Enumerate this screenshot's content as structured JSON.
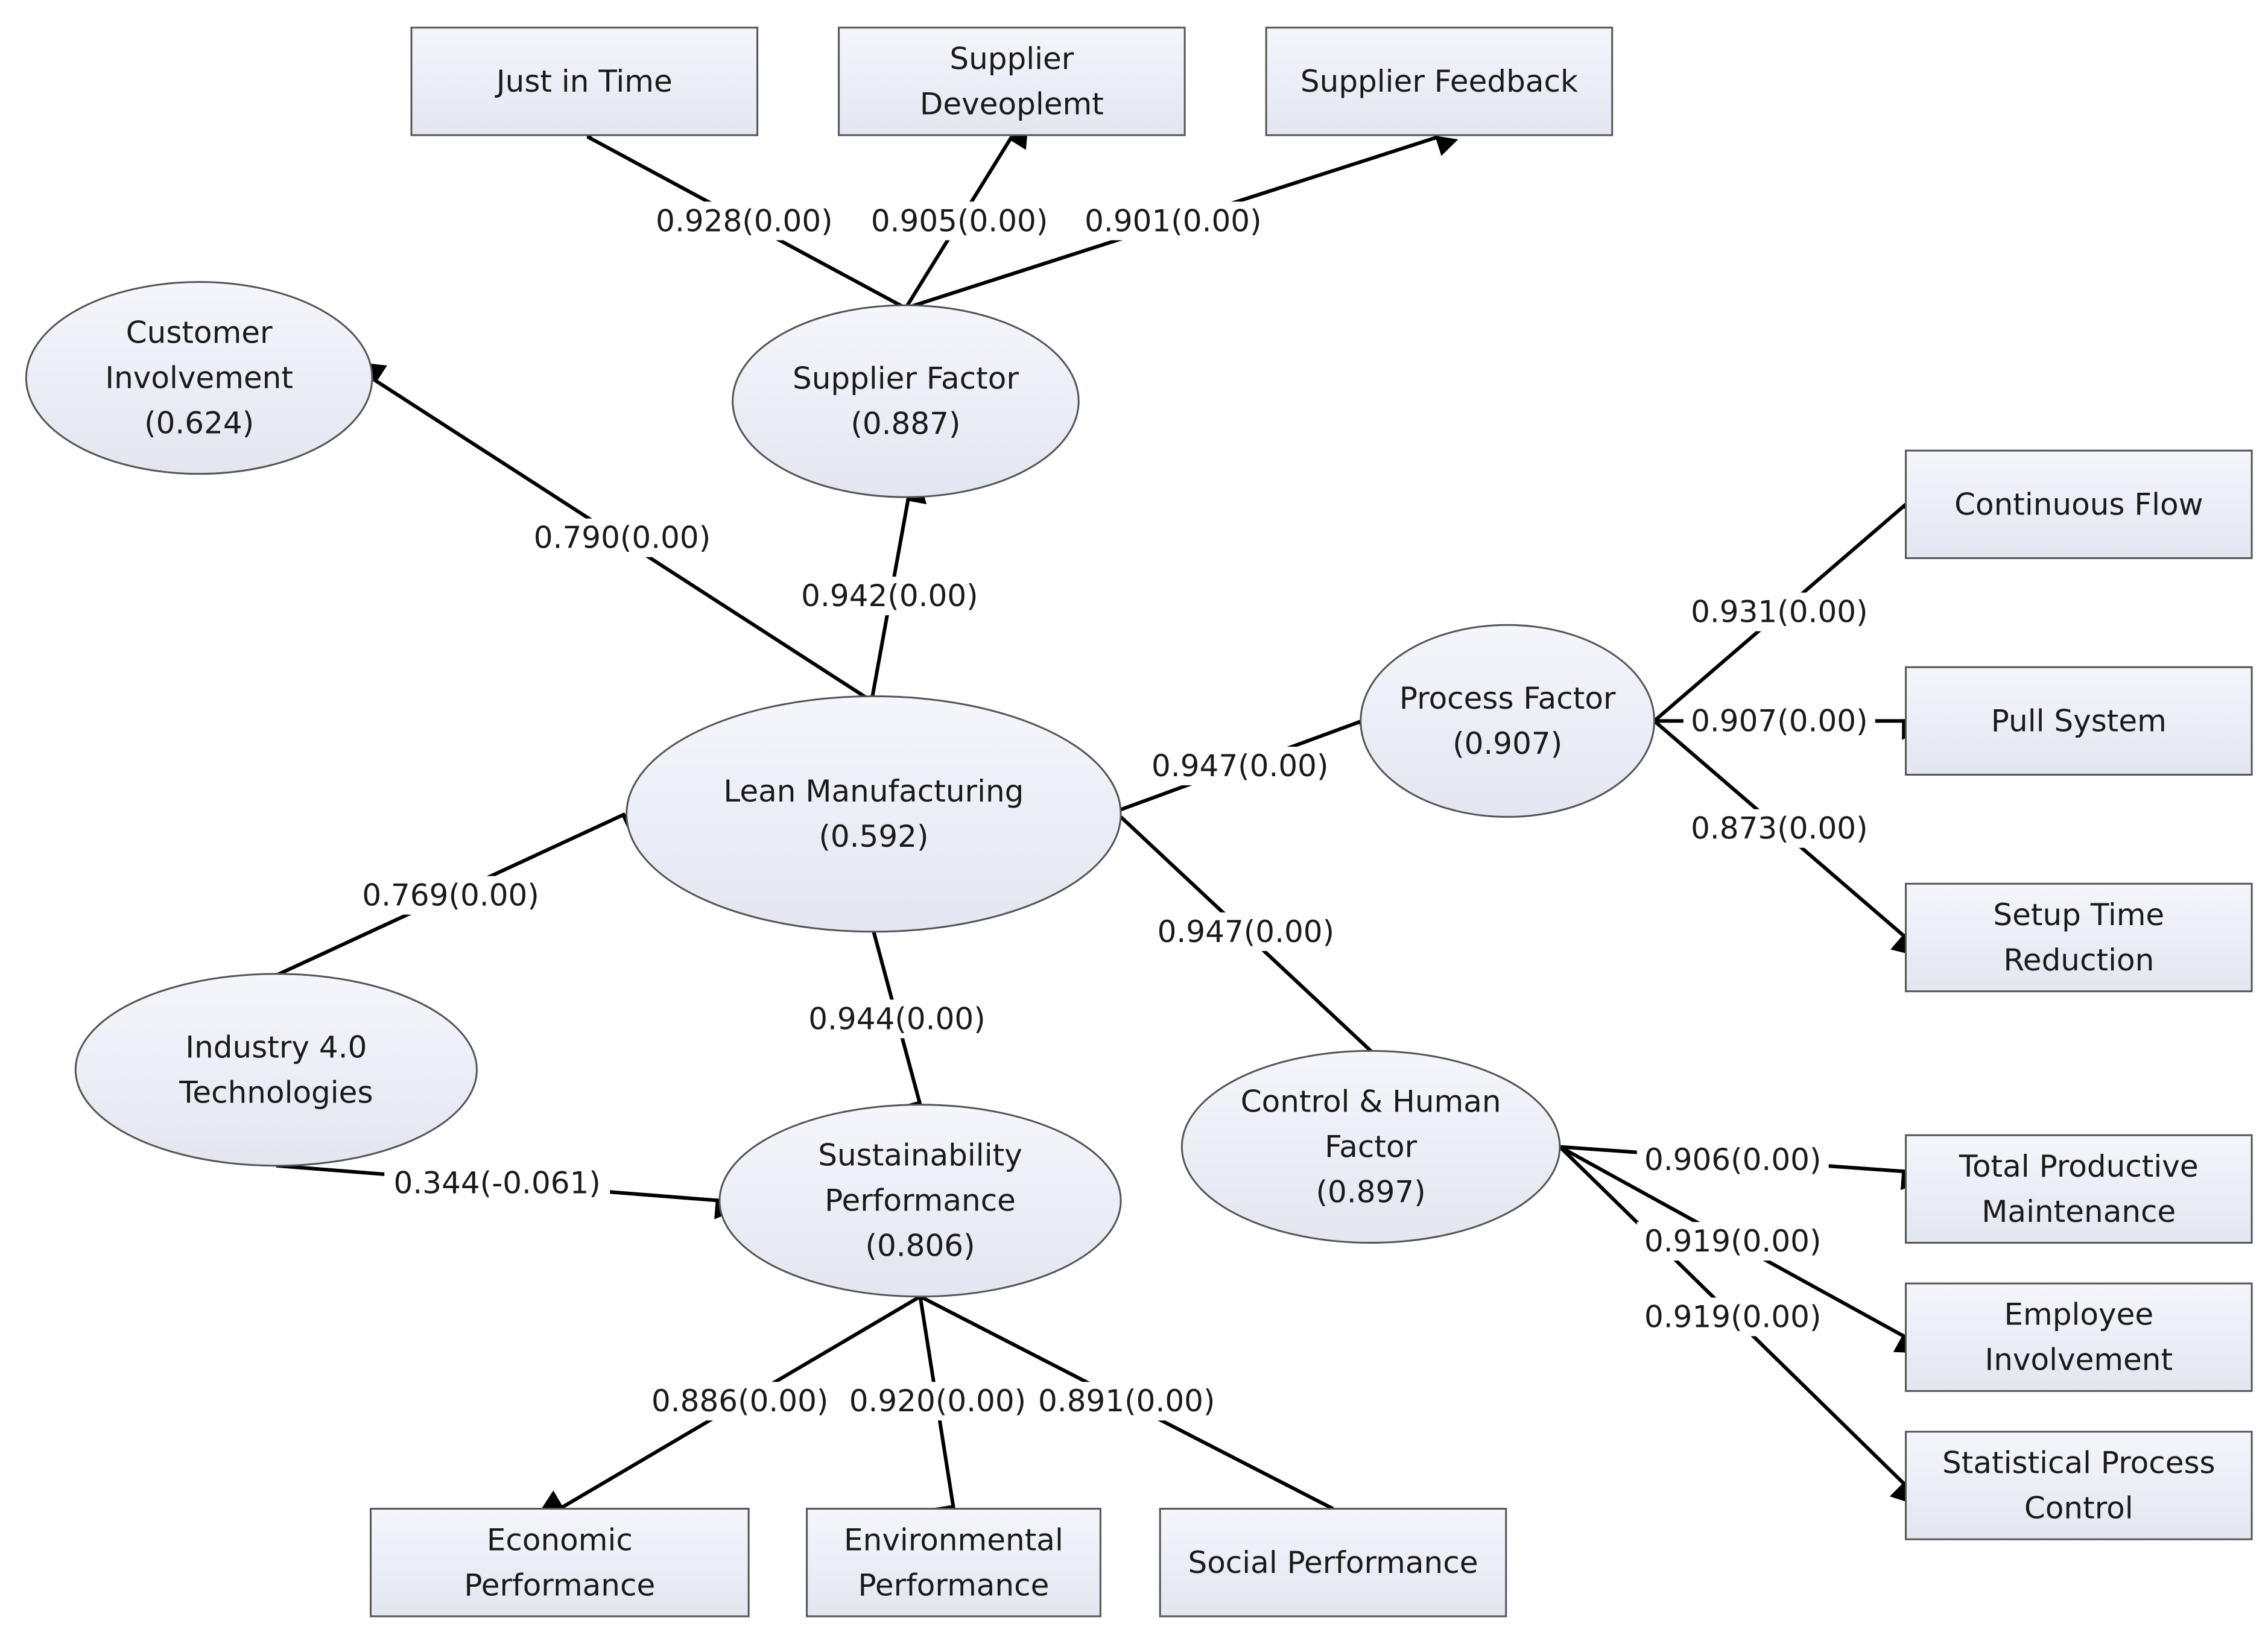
{
  "diagram": {
    "nodes": [
      {
        "id": "just_in_time",
        "shape": "rect",
        "lines": [
          "Just in Time"
        ]
      },
      {
        "id": "supplier_development",
        "shape": "rect",
        "lines": [
          "Supplier",
          "Deveoplemt"
        ]
      },
      {
        "id": "supplier_feedback",
        "shape": "rect",
        "lines": [
          "Supplier Feedback"
        ]
      },
      {
        "id": "customer_involvement",
        "shape": "ellipse",
        "lines": [
          "Customer",
          "Involvement",
          "(0.624)"
        ]
      },
      {
        "id": "supplier_factor",
        "shape": "ellipse",
        "lines": [
          "Supplier Factor",
          "(0.887)"
        ]
      },
      {
        "id": "continuous_flow",
        "shape": "rect",
        "lines": [
          "Continuous Flow"
        ]
      },
      {
        "id": "process_factor",
        "shape": "ellipse",
        "lines": [
          "Process Factor",
          "(0.907)"
        ]
      },
      {
        "id": "pull_system",
        "shape": "rect",
        "lines": [
          "Pull System"
        ]
      },
      {
        "id": "lean_manufacturing",
        "shape": "ellipse",
        "lines": [
          "Lean Manufacturing",
          "(0.592)"
        ]
      },
      {
        "id": "setup_time_reduction",
        "shape": "rect",
        "lines": [
          "Setup Time",
          "Reduction"
        ]
      },
      {
        "id": "industry_40",
        "shape": "ellipse",
        "lines": [
          "Industry 4.0",
          "Technologies"
        ]
      },
      {
        "id": "control_human_factor",
        "shape": "ellipse",
        "lines": [
          "Control & Human",
          "Factor",
          "(0.897)"
        ]
      },
      {
        "id": "sustainability_performance",
        "shape": "ellipse",
        "lines": [
          "Sustainability",
          "Performance",
          "(0.806)"
        ]
      },
      {
        "id": "total_productive_maintenance",
        "shape": "rect",
        "lines": [
          "Total Productive",
          "Maintenance"
        ]
      },
      {
        "id": "employee_involvement",
        "shape": "rect",
        "lines": [
          "Employee",
          "Involvement"
        ]
      },
      {
        "id": "statistical_process_control",
        "shape": "rect",
        "lines": [
          "Statistical Process",
          "Control"
        ]
      },
      {
        "id": "economic_performance",
        "shape": "rect",
        "lines": [
          "Economic",
          "Performance"
        ]
      },
      {
        "id": "environmental_performance",
        "shape": "rect",
        "lines": [
          "Environmental",
          "Performance"
        ]
      },
      {
        "id": "social_performance",
        "shape": "rect",
        "lines": [
          "Social Performance"
        ]
      }
    ],
    "edges": [
      {
        "from": "supplier_factor",
        "to": "just_in_time",
        "label": "0.928(0.00)"
      },
      {
        "from": "supplier_factor",
        "to": "supplier_development",
        "label": "0.905(0.00)"
      },
      {
        "from": "supplier_factor",
        "to": "supplier_feedback",
        "label": "0.901(0.00)"
      },
      {
        "from": "lean_manufacturing",
        "to": "customer_involvement",
        "label": "0.790(0.00)"
      },
      {
        "from": "lean_manufacturing",
        "to": "supplier_factor",
        "label": "0.942(0.00)"
      },
      {
        "from": "lean_manufacturing",
        "to": "process_factor",
        "label": "0.947(0.00)"
      },
      {
        "from": "lean_manufacturing",
        "to": "control_human_factor",
        "label": "0.947(0.00)"
      },
      {
        "from": "lean_manufacturing",
        "to": "sustainability_performance",
        "label": "0.944(0.00)"
      },
      {
        "from": "industry_40",
        "to": "lean_manufacturing",
        "label": "0.769(0.00)"
      },
      {
        "from": "industry_40",
        "to": "sustainability_performance",
        "label": "0.344(-0.061)"
      },
      {
        "from": "process_factor",
        "to": "continuous_flow",
        "label": "0.931(0.00)"
      },
      {
        "from": "process_factor",
        "to": "pull_system",
        "label": "0.907(0.00)"
      },
      {
        "from": "process_factor",
        "to": "setup_time_reduction",
        "label": "0.873(0.00)"
      },
      {
        "from": "control_human_factor",
        "to": "total_productive_maintenance",
        "label": "0.906(0.00)"
      },
      {
        "from": "control_human_factor",
        "to": "employee_involvement",
        "label": "0.919(0.00)"
      },
      {
        "from": "control_human_factor",
        "to": "statistical_process_control",
        "label": "0.919(0.00)"
      },
      {
        "from": "sustainability_performance",
        "to": "economic_performance",
        "label": "0.886(0.00)"
      },
      {
        "from": "sustainability_performance",
        "to": "environmental_performance",
        "label": "0.920(0.00)"
      },
      {
        "from": "sustainability_performance",
        "to": "social_performance",
        "label": "0.891(0.00)"
      }
    ]
  }
}
